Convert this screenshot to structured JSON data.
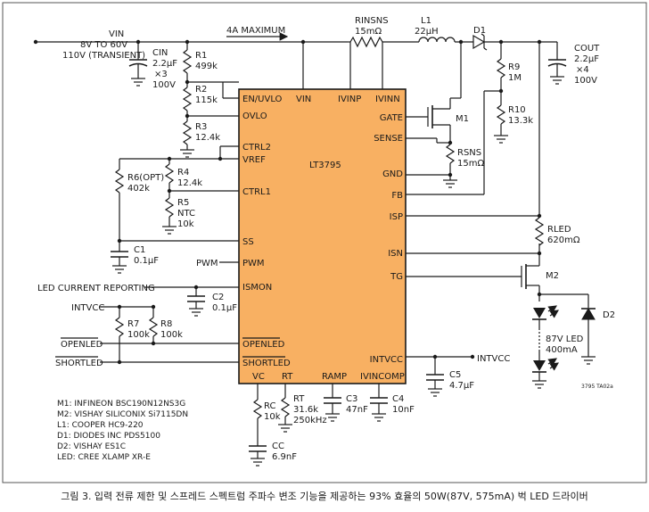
{
  "chip": {
    "name": "LT3795",
    "fill_color": "#F8B062",
    "pins": {
      "en_uvlo": "EN/UVLO",
      "vin": "VIN",
      "ivinp": "IVINP",
      "ivinn": "IVINN",
      "ovlo": "OVLO",
      "ctrl2": "CTRL2",
      "vref": "VREF",
      "ctrl1": "CTRL1",
      "ss": "SS",
      "pwm": "PWM",
      "ismon": "ISMON",
      "openled": "OPENLED",
      "shortled": "SHORTLED",
      "vc": "VC",
      "rt": "RT",
      "ramp": "RAMP",
      "ivincomp": "IVINCOMP",
      "gate": "GATE",
      "sense": "SENSE",
      "gnd": "GND",
      "fb": "FB",
      "isp": "ISP",
      "isn": "ISN",
      "tg": "TG",
      "intvcc": "INTVCC"
    }
  },
  "input": {
    "name": "VIN",
    "range": "8V TO 60V",
    "transient": "110V (TRANSIENT)",
    "max_current": "4A MAXIMUM"
  },
  "components": {
    "cin": {
      "ref": "CIN",
      "v1": "2.2µF",
      "v2": "×3",
      "v3": "100V"
    },
    "r1": {
      "ref": "R1",
      "value": "499k"
    },
    "r2": {
      "ref": "R2",
      "value": "115k"
    },
    "r3": {
      "ref": "R3",
      "value": "12.4k"
    },
    "rinsns": {
      "ref": "RINSNS",
      "value": "15mΩ"
    },
    "l1": {
      "ref": "L1",
      "value": "22µH"
    },
    "d1": {
      "ref": "D1"
    },
    "cout": {
      "ref": "COUT",
      "v1": "2.2µF",
      "v2": "×4",
      "v3": "100V"
    },
    "r9": {
      "ref": "R9",
      "value": "1M"
    },
    "r10": {
      "ref": "R10",
      "value": "13.3k"
    },
    "m1": {
      "ref": "M1"
    },
    "rsns": {
      "ref": "RSNS",
      "value": "15mΩ"
    },
    "r6": {
      "ref": "R6(OPT)",
      "value": "402k"
    },
    "r4": {
      "ref": "R4",
      "value": "12.4k"
    },
    "r5": {
      "ref": "R5",
      "v1": "NTC",
      "v2": "10k"
    },
    "c1": {
      "ref": "C1",
      "value": "0.1µF"
    },
    "pwm_label": "PWM",
    "ismon_label": "LED CURRENT REPORTING",
    "c2": {
      "ref": "C2",
      "value": "0.1µF"
    },
    "intvcc_left": "INTVCC",
    "r7": {
      "ref": "R7",
      "value": "100k"
    },
    "r8": {
      "ref": "R8",
      "value": "100k"
    },
    "openled_label": "OPENLED",
    "shortled_label": "SHORTLED",
    "rled": {
      "ref": "RLED",
      "value": "620mΩ"
    },
    "m2": {
      "ref": "M2"
    },
    "d2": {
      "ref": "D2"
    },
    "led": {
      "v1": "87V LED",
      "v2": "400mA"
    },
    "c5": {
      "ref": "C5",
      "value": "4.7µF"
    },
    "intvcc_right": "INTVCC",
    "rc": {
      "ref": "RC",
      "value": "10k"
    },
    "cc": {
      "ref": "CC",
      "value": "6.9nF"
    },
    "rtr": {
      "ref": "RT",
      "v1": "31.6k",
      "v2": "250kHz"
    },
    "c3": {
      "ref": "C3",
      "value": "47nF"
    },
    "c4": {
      "ref": "C4",
      "value": "10nF"
    }
  },
  "parts_list": [
    "M1: INFINEON BSC190N12NS3G",
    "M2: VISHAY SILICONIX Si7115DN",
    "L1: COOPER HC9-220",
    "D1: DIODES INC PDS5100",
    "D2: VISHAY ES1C",
    "LED: CREE XLAMP XR-E"
  ],
  "figure_code": "3795 TA02a",
  "caption": "그림 3. 입력 전류 제한 및 스프레드 스펙트럼 주파수 변조 기능을 제공하는 93% 효율의 50W(87V, 575mA) 벅 LED 드라이버"
}
